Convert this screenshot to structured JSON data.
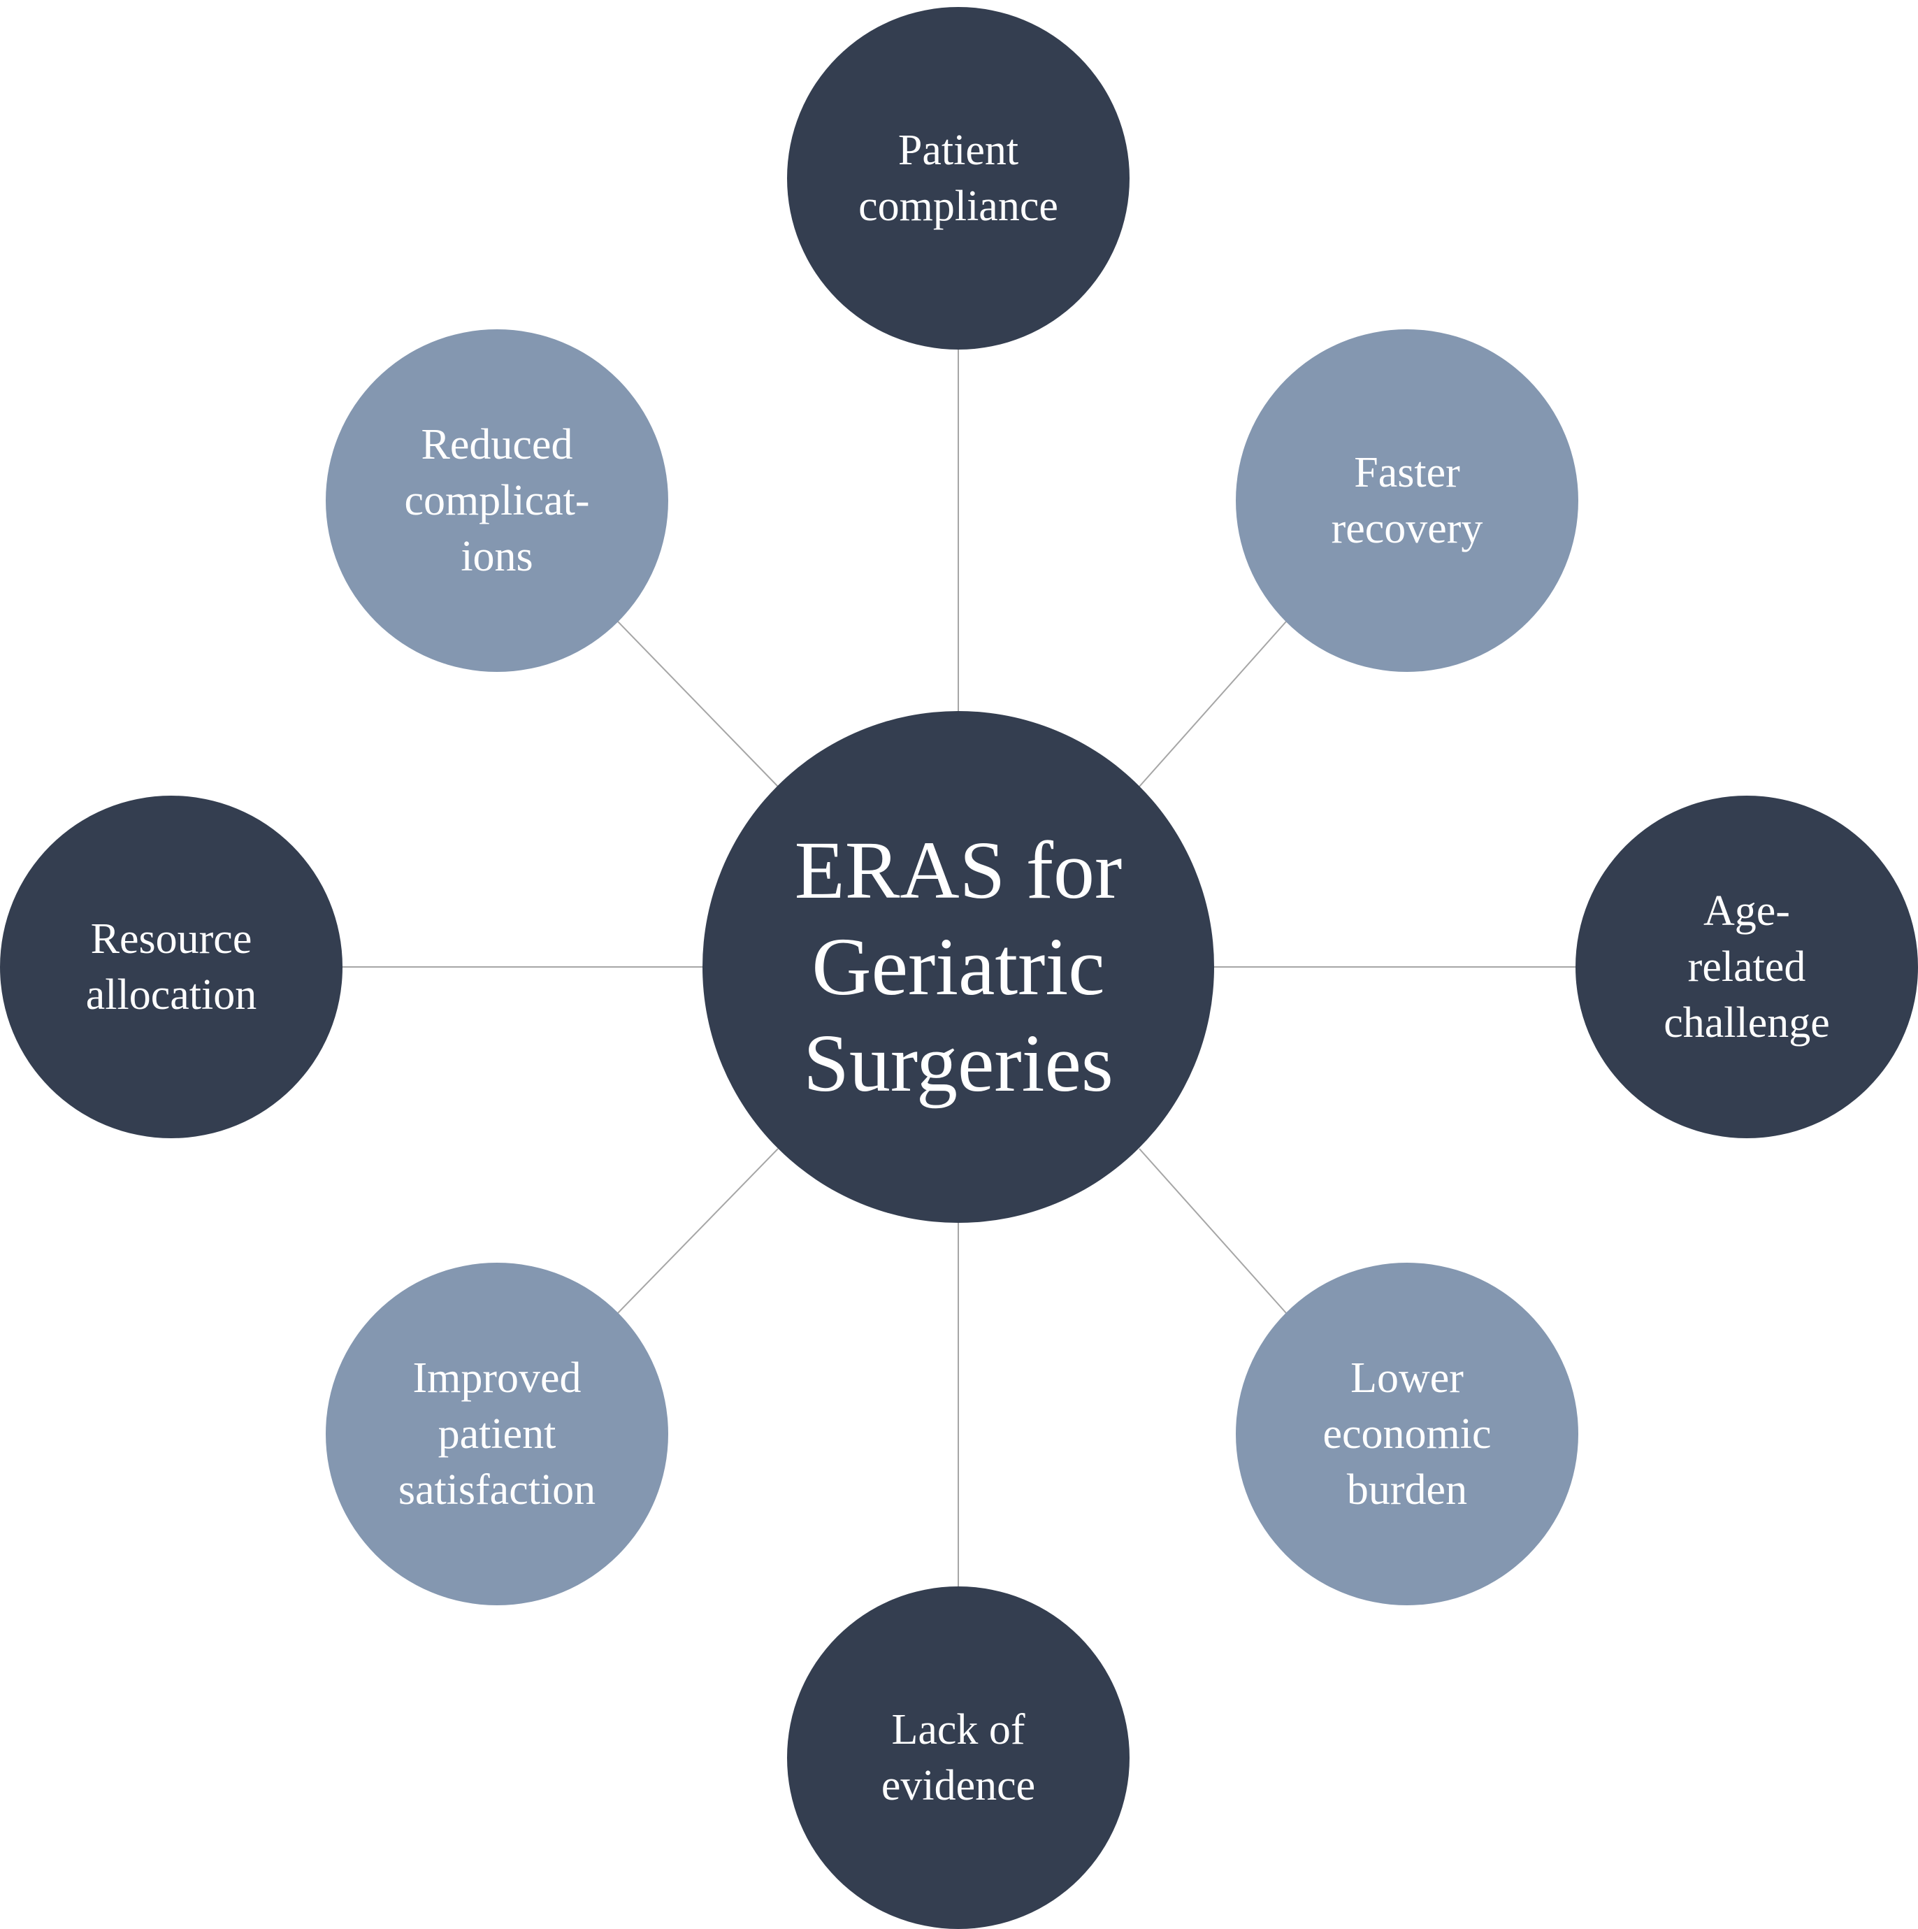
{
  "hub": {
    "label": "ERAS for\nGeriatric\nSurgeries",
    "color": "#343e50"
  },
  "nodes": {
    "top": {
      "label": "Patient\ncompliance",
      "color": "#343e50"
    },
    "upper_right": {
      "label": "Faster\nrecovery",
      "color": "#8497b0"
    },
    "right": {
      "label": "Age-\nrelated\nchallenge",
      "color": "#343e50"
    },
    "lower_right": {
      "label": "Lower\neconomic\nburden",
      "color": "#8497b0"
    },
    "bottom": {
      "label": "Lack of\nevidence",
      "color": "#343e50"
    },
    "lower_left": {
      "label": "Improved\npatient\nsatisfaction",
      "color": "#8497b0"
    },
    "left": {
      "label": "Resource\nallocation",
      "color": "#343e50"
    },
    "upper_left": {
      "label": "Reduced\ncomplicat-\nions",
      "color": "#8497b0"
    }
  },
  "connector_color": "#a6a6a6"
}
